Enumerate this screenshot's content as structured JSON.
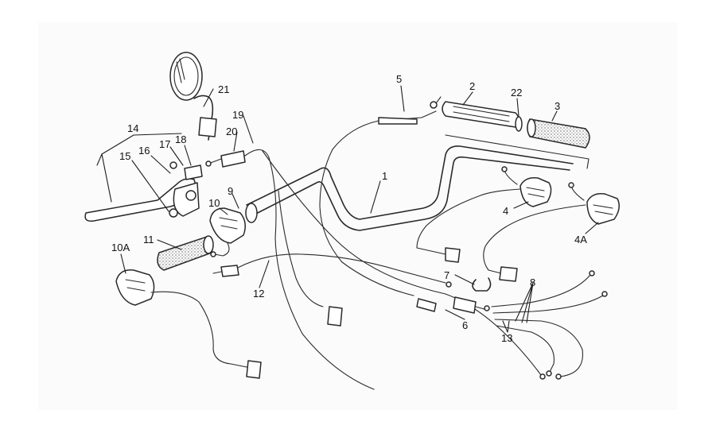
{
  "diagram": {
    "callouts": {
      "c1": "1",
      "c2": "2",
      "c22": "22",
      "c3": "3",
      "c4": "4",
      "c4A": "4A",
      "c5": "5",
      "c6": "6",
      "c7": "7",
      "c8": "8",
      "c9": "9",
      "c10": "10",
      "c10A": "10A",
      "c11": "11",
      "c12": "12",
      "c13": "13",
      "c14": "14",
      "c15": "15",
      "c16": "16",
      "c17": "17",
      "c18": "18",
      "c19": "19",
      "c20": "20",
      "c21": "21"
    }
  }
}
